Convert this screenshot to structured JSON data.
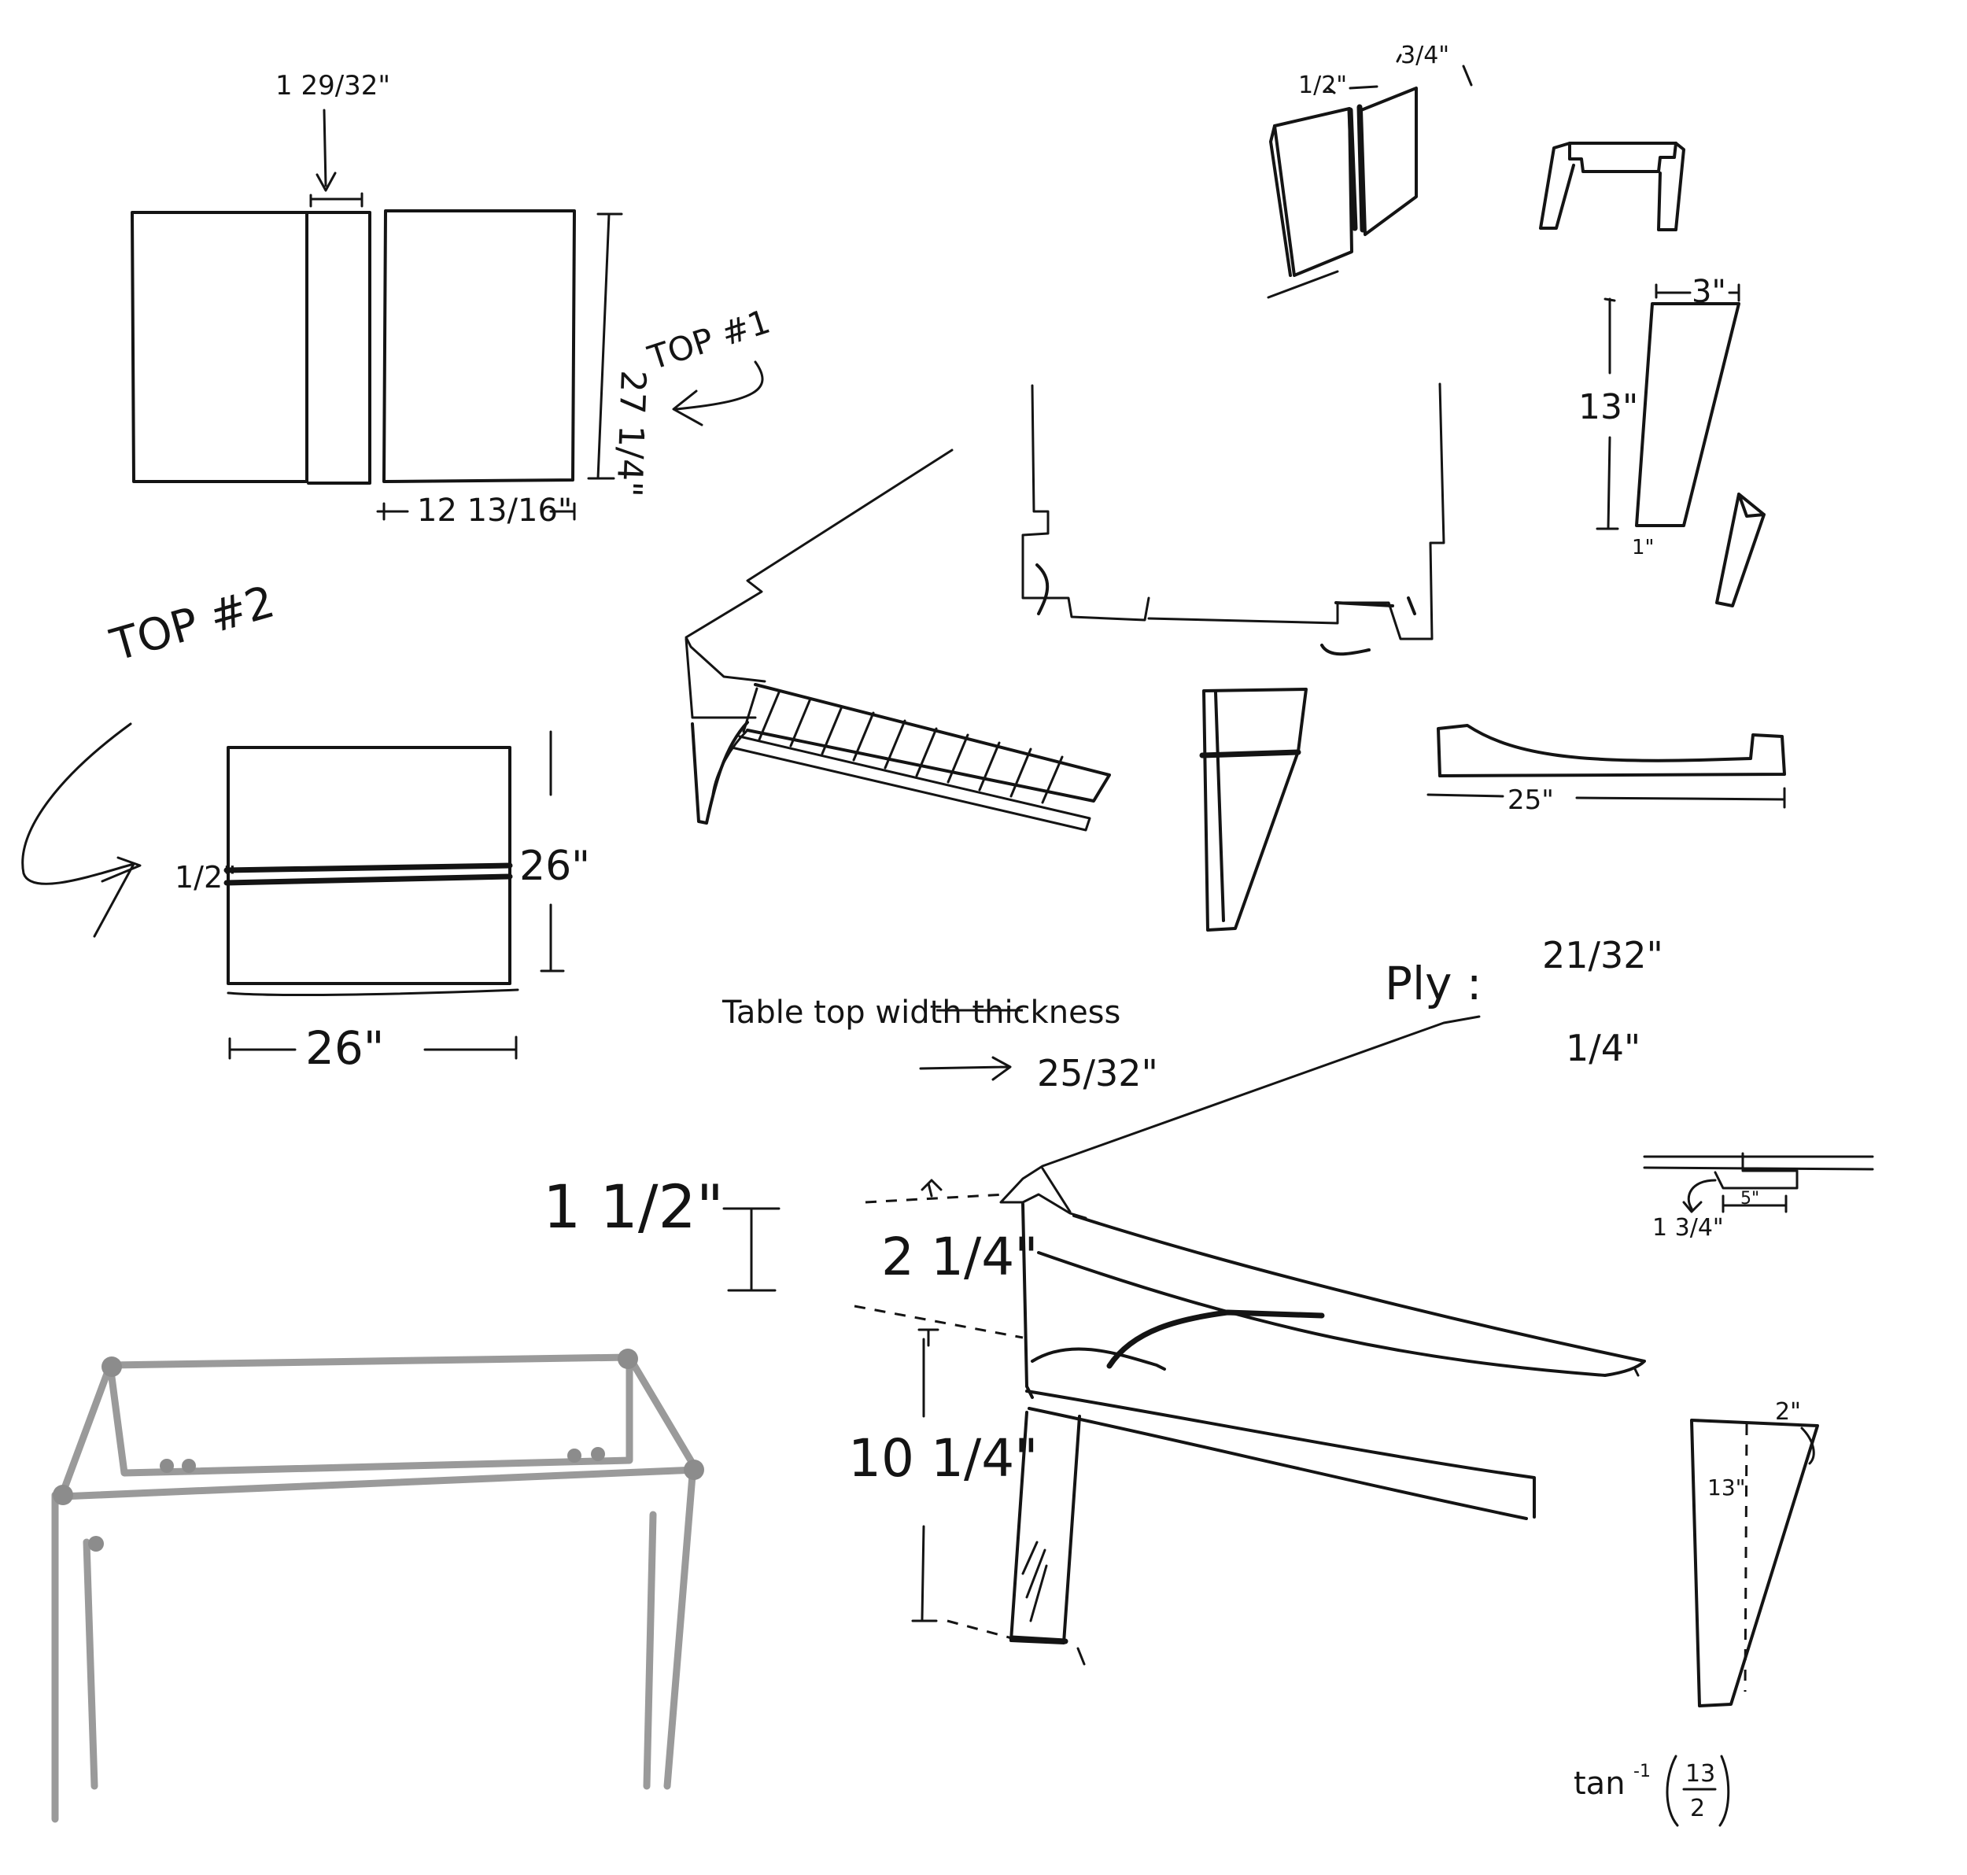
{
  "top1": {
    "width_strip": "1 29/32\"",
    "height": "27 1/4\"",
    "half_width": "12 13/16\"",
    "label": "TOP #1"
  },
  "top2": {
    "label": "TOP #2",
    "height": "26\"",
    "width": "26\"",
    "seam": "1/2\""
  },
  "joint": {
    "left": "1/2\"",
    "right": "3/4\""
  },
  "leg_taper": {
    "top_width": "3\"",
    "height": "13\"",
    "bottom_width": "1\""
  },
  "apron": {
    "length": "25\""
  },
  "notes": {
    "table_top_prefix": "Table top",
    "table_top_struck": "width",
    "table_top_suffix": "thickness",
    "table_top_value": "25/32\"",
    "ply_label": "Ply :",
    "ply_value_1": "21/32\"",
    "ply_value_2": "1/4\""
  },
  "elevation": {
    "top_thickness": "1 1/2\"",
    "apron_height": "2 1/4\"",
    "leg_height": "10 1/4\""
  },
  "small_detail": {
    "offset": "5\"",
    "width": "1 3/4\""
  },
  "angle": {
    "top": "2\"",
    "height": "13\"",
    "formula_prefix": "tan",
    "formula_exp": "-1",
    "numerator": "13",
    "denominator": "2"
  }
}
